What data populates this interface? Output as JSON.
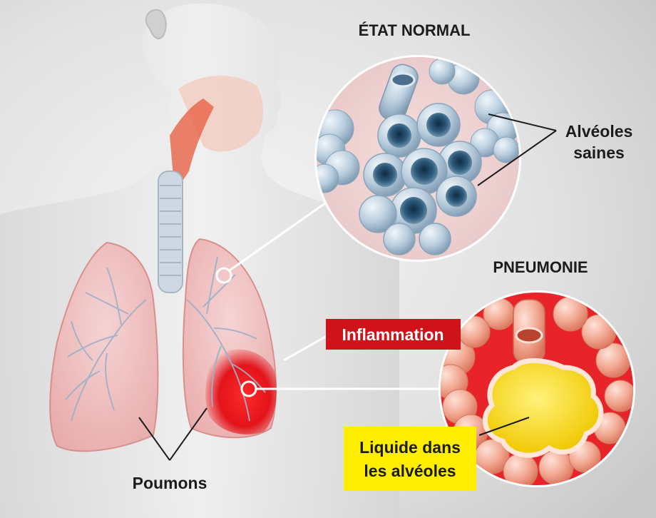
{
  "labels": {
    "normal_title": "ÉTAT NORMAL",
    "healthy_alveoli": [
      "Alvéoles",
      "saines"
    ],
    "pneumonia_title": "PNEUMONIE",
    "inflammation": "Inflammation",
    "fluid": [
      "Liquide dans",
      "les alvéoles"
    ],
    "lungs": "Poumons"
  },
  "colors": {
    "background": "#e4e4e4",
    "inflammation_box": "#d0121b",
    "fluid_box": "#ffee00",
    "text_dark": "#1c1c1c",
    "text_light": "#ffffff",
    "lung_tissue": "#f2b8b8",
    "bronchi": "#b8c8d8",
    "alveoli_normal": "#b7ccdd",
    "alveoli_pneumonia": "#f0a897",
    "fluid": "#f2d400",
    "inflamed_area": "#e8181e"
  }
}
